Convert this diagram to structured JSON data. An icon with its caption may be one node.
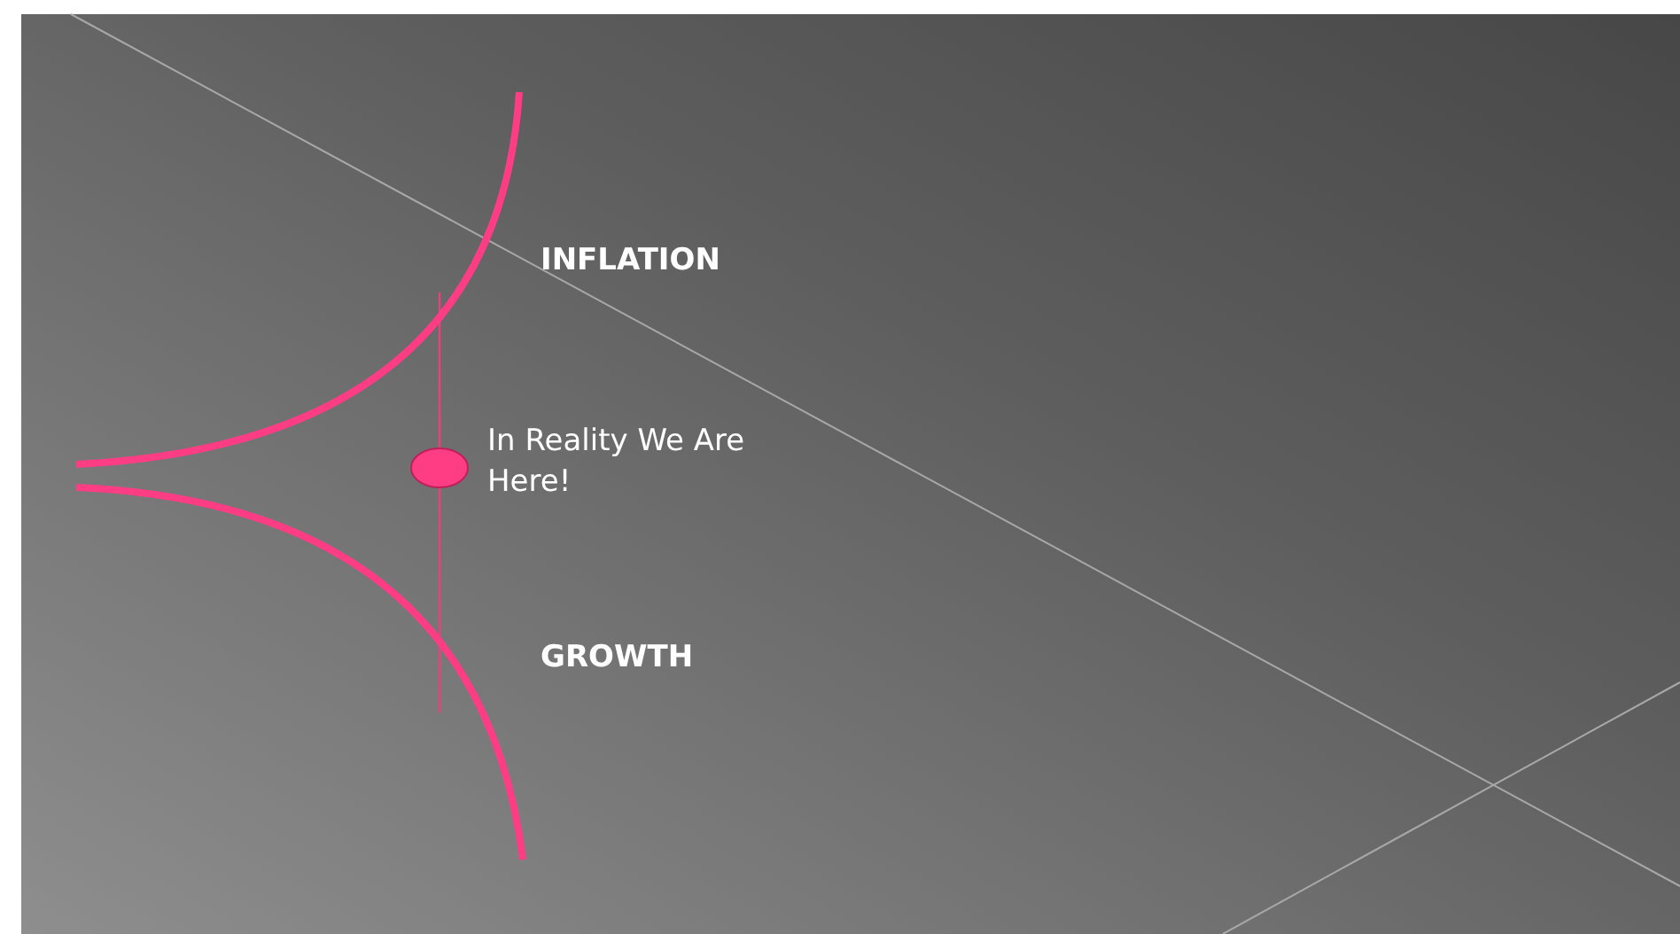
{
  "diagram": {
    "labels": [
      "INFLATION",
      "In Reality We Are Here!",
      "GROWTH"
    ]
  }
}
